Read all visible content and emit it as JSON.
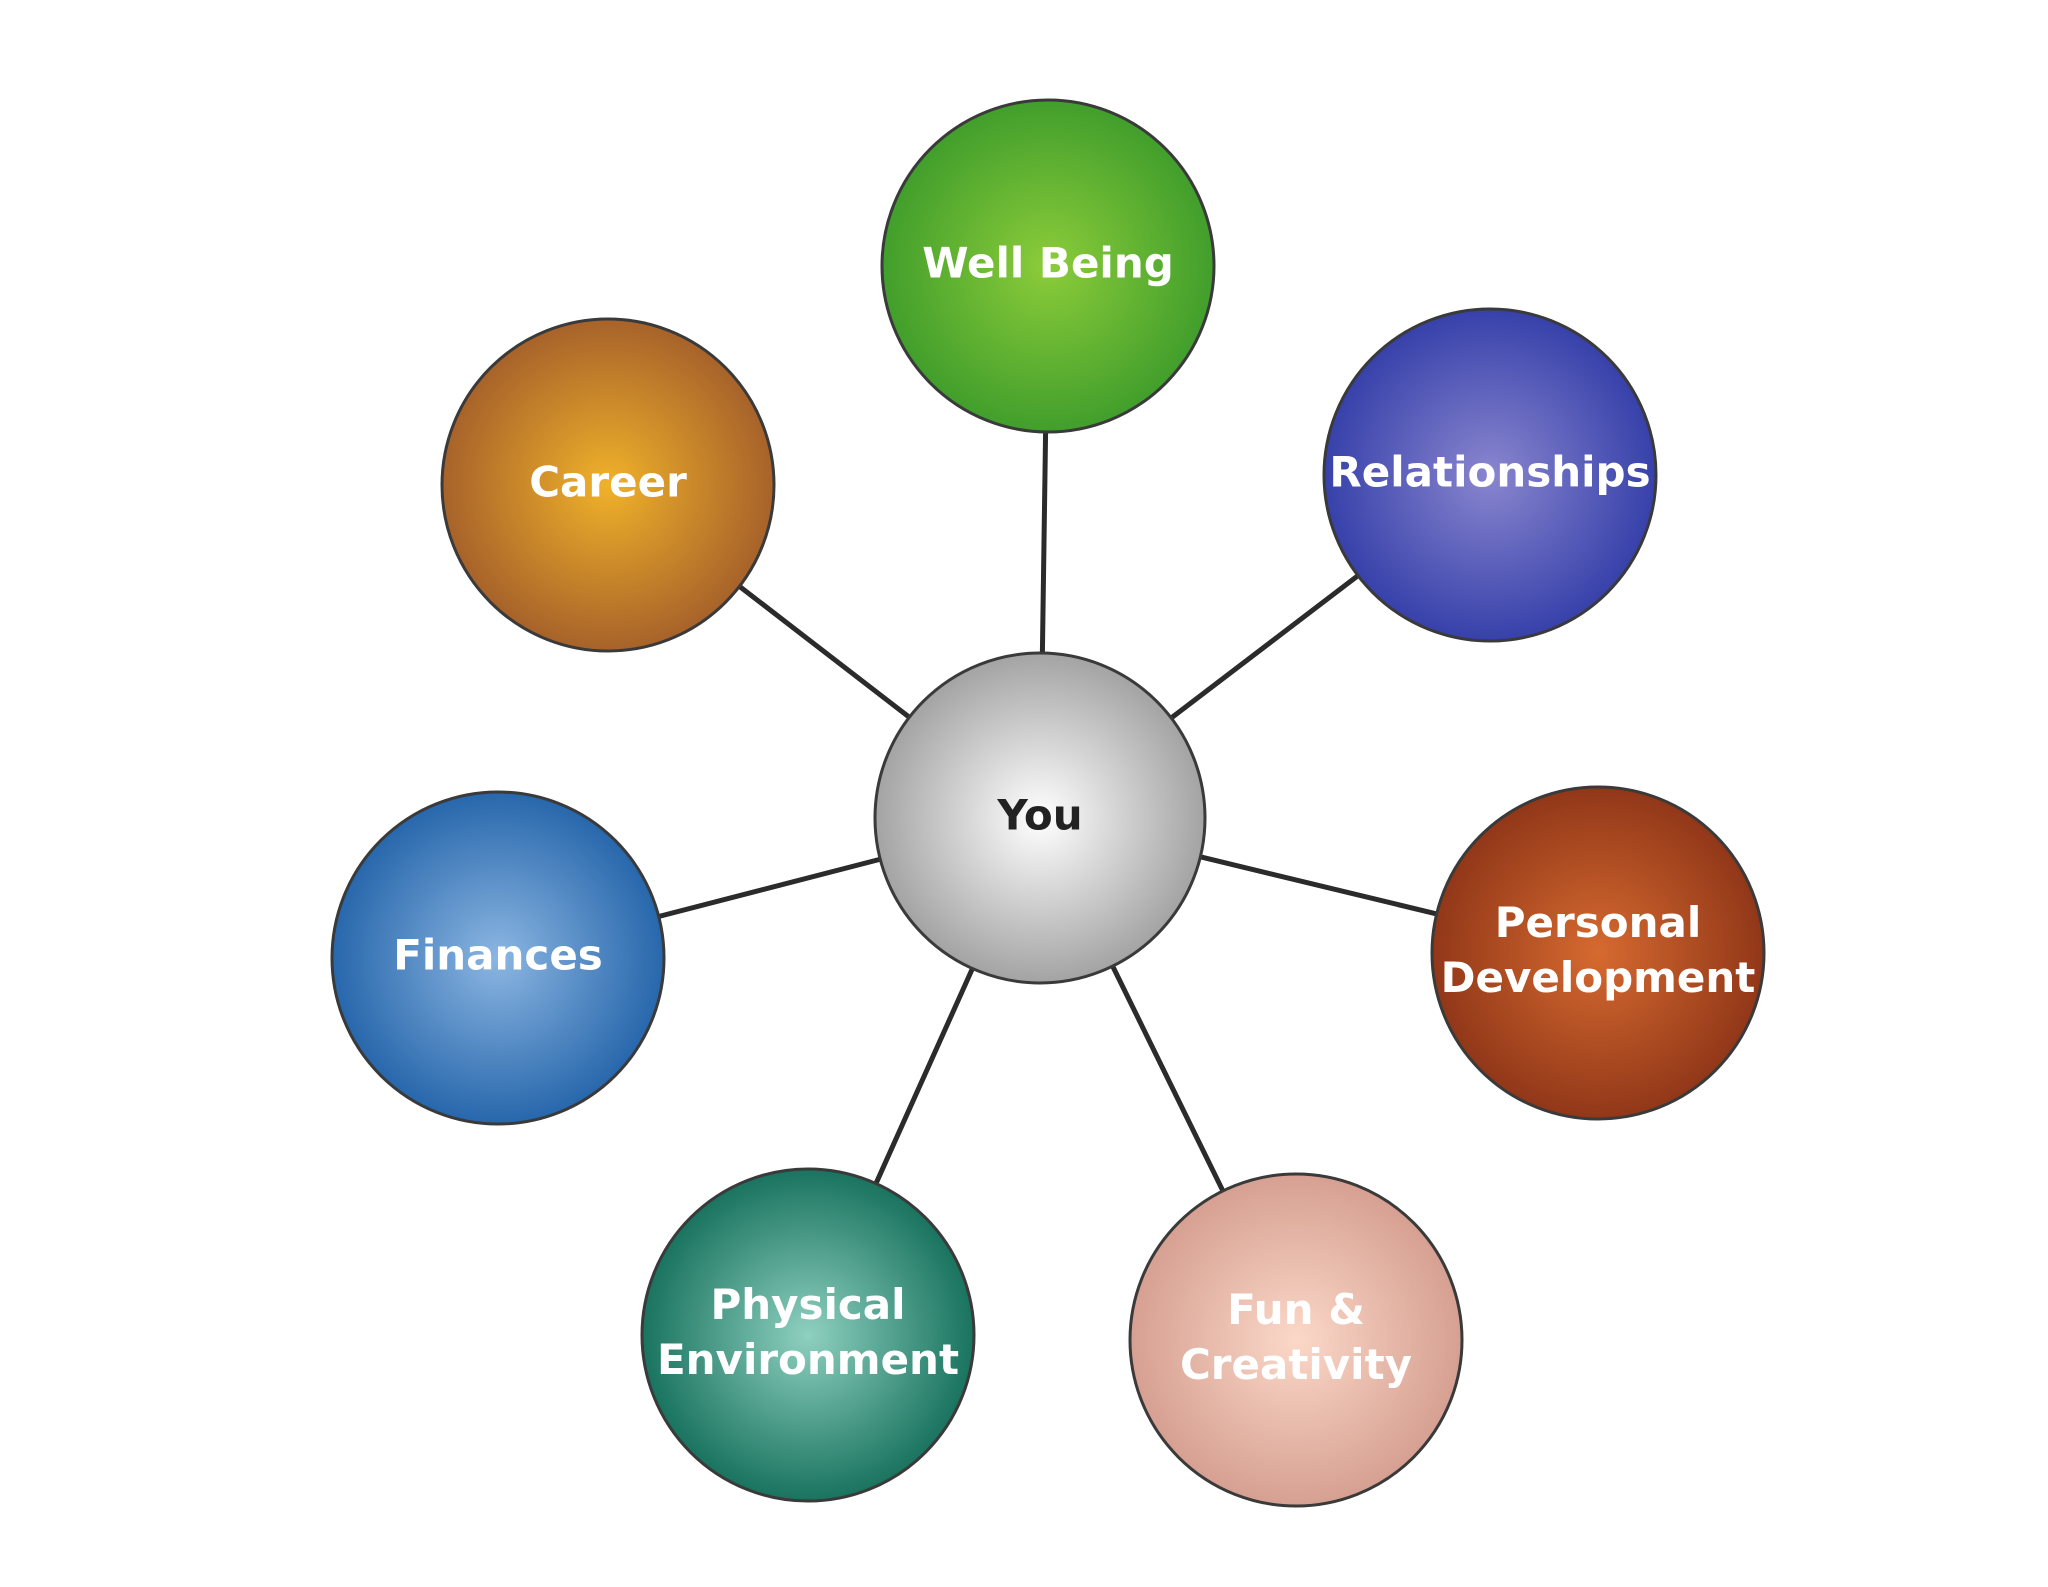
{
  "center": {
    "label": "You",
    "color": "#bdbdbd"
  },
  "nodes": [
    {
      "id": "well-being",
      "lines": [
        "Well Being"
      ],
      "color": "#3a9a2a",
      "highlight": "#8ccc3a"
    },
    {
      "id": "relationships",
      "lines": [
        "Relationships"
      ],
      "color": "#2e3aa6",
      "highlight": "#8a86cf"
    },
    {
      "id": "personal-development",
      "lines": [
        "Personal",
        "Development"
      ],
      "color": "#8a3216",
      "highlight": "#d66a30"
    },
    {
      "id": "fun-creativity",
      "lines": [
        "Fun &",
        "Creativity"
      ],
      "color": "#d29a8c",
      "highlight": "#fbd8c8"
    },
    {
      "id": "physical-environment",
      "lines": [
        "Physical",
        "Environment"
      ],
      "color": "#0d6a55",
      "highlight": "#8fd0c0"
    },
    {
      "id": "finances",
      "lines": [
        "Finances"
      ],
      "color": "#1d5fa6",
      "highlight": "#8cb6e2"
    },
    {
      "id": "career",
      "lines": [
        "Career"
      ],
      "color": "#a05a2a",
      "highlight": "#f0b22a"
    }
  ]
}
